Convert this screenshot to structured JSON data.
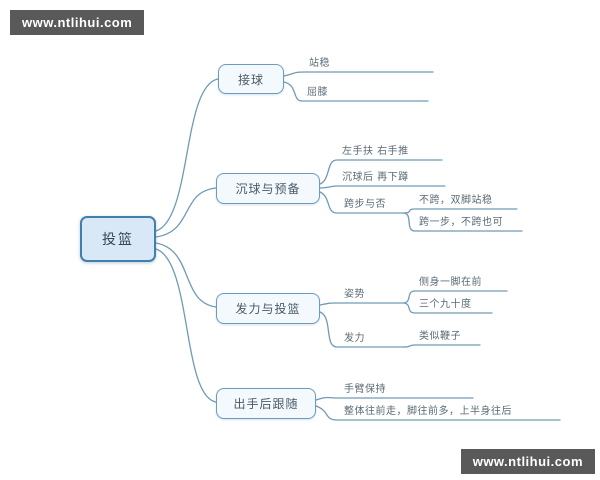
{
  "watermark": {
    "top_left": "www.ntlihui.com",
    "bottom_right": "www.ntlihui.com"
  },
  "root": {
    "label": "投篮"
  },
  "branches": [
    {
      "label": "接球",
      "children": [
        {
          "label": "站稳"
        },
        {
          "label": "屈膝"
        }
      ]
    },
    {
      "label": "沉球与预备",
      "children": [
        {
          "label": "左手扶 右手推"
        },
        {
          "label": "沉球后 再下蹲"
        },
        {
          "label": "跨步与否",
          "children": [
            {
              "label": "不跨，双脚站稳"
            },
            {
              "label": "跨一步，不跨也可"
            }
          ]
        }
      ]
    },
    {
      "label": "发力与投篮",
      "children": [
        {
          "label": "姿势",
          "children": [
            {
              "label": "侧身一脚在前"
            },
            {
              "label": "三个九十度"
            }
          ]
        },
        {
          "label": "发力",
          "children": [
            {
              "label": "类似鞭子"
            }
          ]
        }
      ]
    },
    {
      "label": "出手后跟随",
      "children": [
        {
          "label": "手臂保持"
        },
        {
          "label": "整体往前走，脚往前多，上半身往后"
        }
      ]
    }
  ],
  "colors": {
    "connector": "#6f9ab5",
    "node_border": "#6b9ac0",
    "node_fill": "#f4f9fd",
    "root_border": "#4180ab",
    "root_fill": "#d8e8f6",
    "watermark_bg": "#595959",
    "text": "#4a5a66"
  }
}
